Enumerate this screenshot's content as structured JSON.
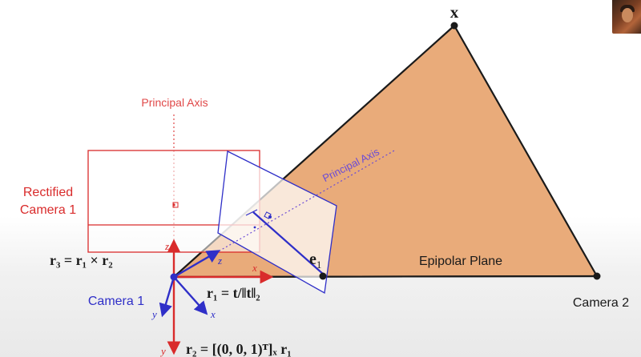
{
  "labels": {
    "point_x": "x",
    "principal_axis_1": "Principal Axis",
    "principal_axis_2": "Principal Axis",
    "rectified_line1": "Rectified",
    "rectified_line2": "Camera 1",
    "camera1": "Camera 1",
    "camera2": "Camera 2",
    "epipolar_plane": "Epipolar Plane",
    "epipole": "e",
    "epipole_sub": "1",
    "axis_x": "x",
    "axis_y": "y",
    "axis_z": "z"
  },
  "equations": {
    "r3": "r₃ = r₁ × r₂",
    "r1": "r₁ = t/‖t‖₂",
    "r2": "r₂ = [(0, 0, 1)ᵀ]ₓ r₁"
  },
  "colors": {
    "epipolar_plane_fill": "#E8A673",
    "rectified_red": "#D92B2B",
    "camera_blue": "#2F2FC8",
    "principal_axis_red": "#E04848",
    "principal_axis_purple": "#6A4BD6",
    "text_dark": "#1a1a1a"
  },
  "icons": {
    "presenter_thumbnail": "webcam-thumbnail-icon"
  }
}
